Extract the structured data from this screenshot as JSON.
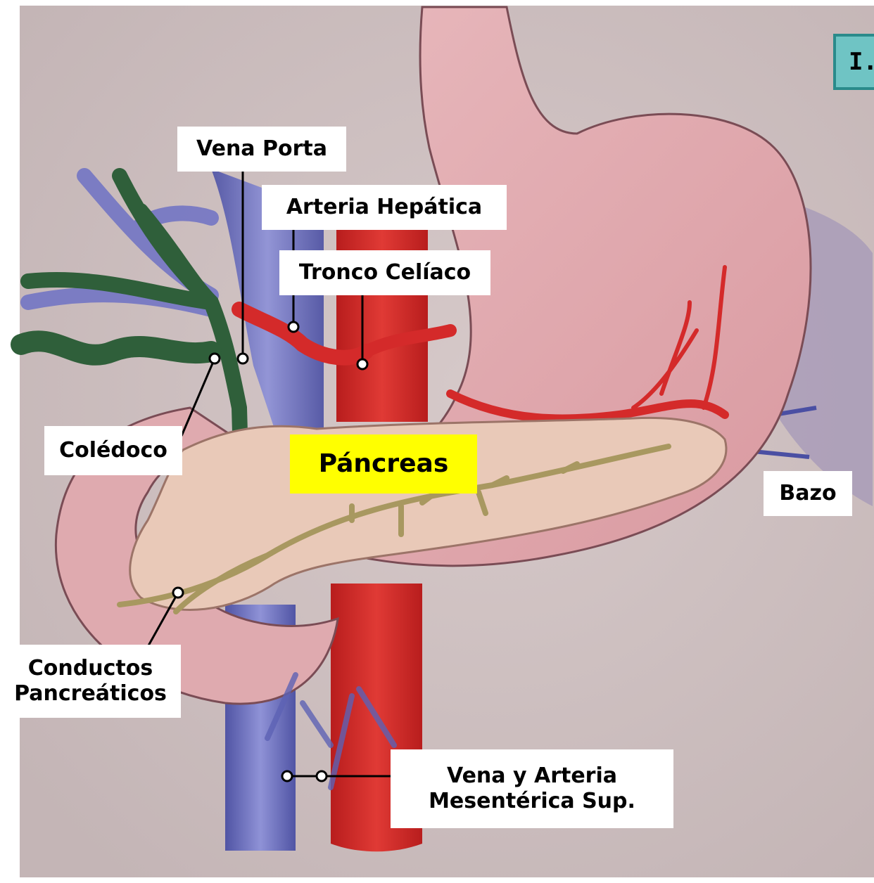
{
  "colors": {
    "background": "#cdbfbf",
    "pancreas_tissue": "#e9c9b8",
    "stomach": "#dfaaaf",
    "artery": "#d42a2a",
    "vein": "#5c62b4",
    "bile_duct": "#2f5f3a",
    "pancreatic_duct": "#a89860",
    "spleen": "#a99cb9",
    "highlight_label": "#ffff00",
    "corner_box": "#6fc4c4",
    "corner_border": "#2a8b8b"
  },
  "labels": {
    "corner": "I.",
    "vena_porta": "Vena Porta",
    "arteria_hepatica": "Arteria Hepática",
    "tronco_celiaco": "Tronco Celíaco",
    "coledoco": "Colédoco",
    "pancreas": "Páncreas",
    "bazo": "Bazo",
    "conductos_line1": "Conductos",
    "conductos_line2": "Pancreáticos",
    "mesenterica_line1": "Vena y Arteria",
    "mesenterica_line2": "Mesentérica Sup."
  }
}
